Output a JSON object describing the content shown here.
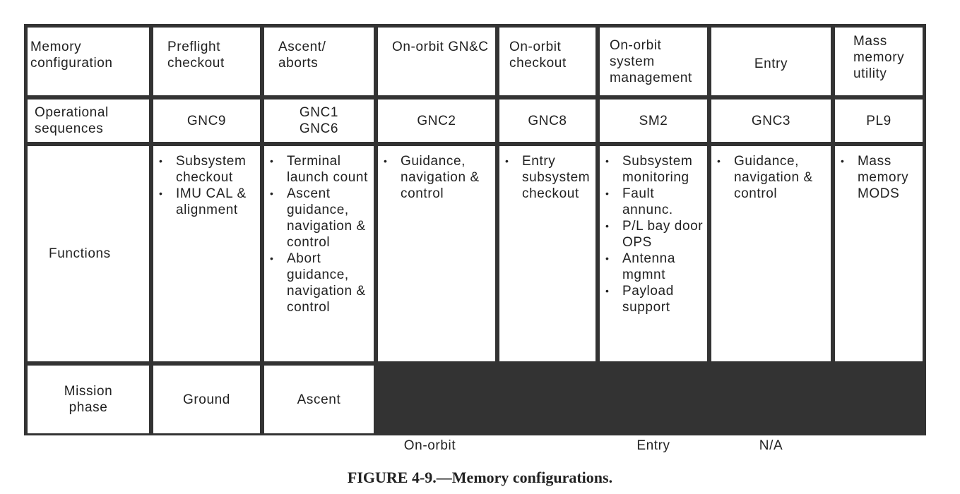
{
  "table": {
    "row_headers": [
      "Memory configuration",
      "Operational sequences",
      "Functions",
      "Mission phase"
    ],
    "columns": [
      {
        "name": "Preflight checkout",
        "sequence": "GNC9",
        "functions": [
          "Subsystem checkout",
          "IMU CAL & alignment"
        ],
        "phase": "Ground"
      },
      {
        "name": "Ascent/ aborts",
        "sequence": "GNC1 GNC6",
        "functions": [
          "Terminal launch count",
          "Ascent guidance, navigation & control",
          "Abort guidance, navigation & control"
        ],
        "phase": "Ascent"
      },
      {
        "name": "On-orbit GN&C",
        "sequence": "GNC2",
        "functions": [
          "Guidance, navigation & control"
        ]
      },
      {
        "name": "On-orbit checkout",
        "sequence": "GNC8",
        "functions": [
          "Entry subsystem checkout"
        ]
      },
      {
        "name": "On-orbit system management",
        "sequence": "SM2",
        "functions": [
          "Subsystem monitoring",
          "Fault annunc.",
          "P/L bay door OPS",
          "Antenna mgmnt",
          "Payload support"
        ]
      },
      {
        "name": "Entry",
        "sequence": "GNC3",
        "functions": [
          "Guidance, navigation & control"
        ],
        "phase": "Entry"
      },
      {
        "name": "Mass memory utility",
        "sequence": "PL9",
        "functions": [
          "Mass memory MODS"
        ],
        "phase": "N/A"
      }
    ],
    "onorbit_phase": "On-orbit"
  },
  "caption": "FIGURE 4-9.—Memory configurations."
}
